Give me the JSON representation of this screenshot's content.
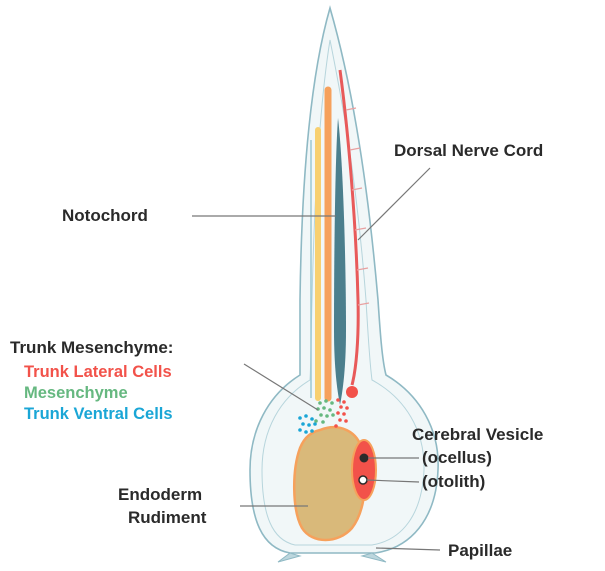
{
  "labels": {
    "dorsal_nerve_cord": "Dorsal Nerve Cord",
    "notochord": "Notochord",
    "trunk_mesenchyme_heading": "Trunk Mesenchyme:",
    "trunk_lateral_cells": "Trunk Lateral Cells",
    "mesenchyme": "Mesenchyme",
    "trunk_ventral_cells": "Trunk Ventral Cells",
    "cerebral_vesicle": "Cerebral Vesicle",
    "ocellus": "(ocellus)",
    "otolith": "(otolith)",
    "endoderm_line1": "Endoderm",
    "endoderm_line2": "Rudiment",
    "papillae": "Papillae"
  },
  "colors": {
    "trunk_lateral_cells": "#f2524a",
    "mesenchyme": "#66b880",
    "trunk_ventral_cells": "#1aa6d6",
    "notochord": "#4b7f8d",
    "nerve_cord": "#e85a5a",
    "muscle_orange": "#f6a15c",
    "muscle_yellow": "#f8d070",
    "endoderm": "#d9b97a",
    "body_outline": "#8fb9c4",
    "body_fill": "#f1f7f8",
    "leader_line": "#777777",
    "label_text": "#2a2a2a"
  }
}
